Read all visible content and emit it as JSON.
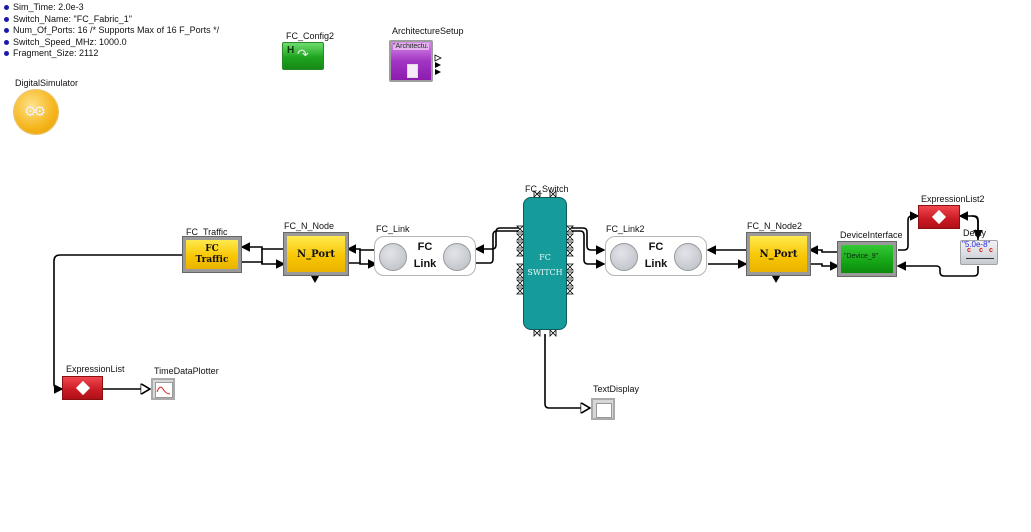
{
  "parameters": [
    {
      "label": "Sim_Time: 2.0e-3"
    },
    {
      "label": "Switch_Name: \"FC_Fabric_1\""
    },
    {
      "label": "Num_Of_Ports: 16 /* Supports Max of 16 F_Ports */"
    },
    {
      "label": "Switch_Speed_MHz: 1000.0"
    },
    {
      "label": "Fragment_Size: 2112"
    }
  ],
  "blocks": {
    "digital_simulator": {
      "name": "DigitalSimulator"
    },
    "fc_config": {
      "name": "FC_Config2",
      "icon_text": "H"
    },
    "architecture_setup": {
      "name": "ArchitectureSetup",
      "inner": "\"Architectu..."
    },
    "fc_traffic": {
      "name": "FC_Traffic",
      "line1": "FC",
      "line2": "Traffic"
    },
    "fc_n_node": {
      "name": "FC_N_Node",
      "inner": "N_Port"
    },
    "fc_link": {
      "name": "FC_Link",
      "line1": "FC",
      "line2": "Link"
    },
    "fc_switch": {
      "name": "FC_Switch",
      "line1": "FC",
      "line2": "SWITCH"
    },
    "fc_link2": {
      "name": "FC_Link2",
      "line1": "FC",
      "line2": "Link"
    },
    "fc_n_node2": {
      "name": "FC_N_Node2",
      "inner": "N_Port"
    },
    "device_interface": {
      "name": "DeviceInterface",
      "inner": "\"Device_9\""
    },
    "expression_list2": {
      "name": "ExpressionList2"
    },
    "delay": {
      "name": "Delay",
      "value": "\"5.0e-8\"",
      "c": "c"
    },
    "expression_list": {
      "name": "ExpressionList"
    },
    "time_data_plotter": {
      "name": "TimeDataPlotter"
    },
    "text_display": {
      "name": "TextDisplay"
    }
  },
  "colors": {
    "switch": "#169b9b",
    "port_yellow": "#f7c400",
    "expr_red": "#c91a24",
    "device_green": "#15a515",
    "arch_purple": "#a335c4",
    "link_arrow": "#6a6af0"
  }
}
